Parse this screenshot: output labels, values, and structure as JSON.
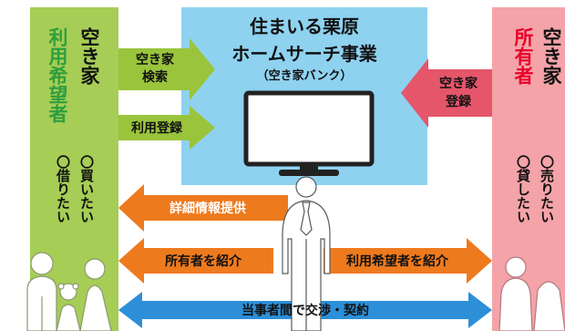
{
  "center": {
    "title_line1": "住まいる栗原",
    "title_line2": "ホームサーチ事業",
    "title_line3": "（空き家バンク）"
  },
  "left": {
    "header_line1": "空き家",
    "header_line2": "利用希望者",
    "wants_line1": "〇買いたい",
    "wants_line2": "〇借りたい"
  },
  "right": {
    "header_line1": "空き家",
    "header_line2": "所有者",
    "wants_line1": "〇売りたい",
    "wants_line2": "〇貸したい"
  },
  "arrows": {
    "search_line1": "空き家",
    "search_line2": "検索",
    "user_register": "利用登録",
    "owner_register_line1": "空き家",
    "owner_register_line2": "登録",
    "detail_info": "詳細情報提供",
    "introduce_owner": "所有者を紹介",
    "introduce_user": "利用希望者を紹介",
    "negotiate": "当事者間で交渉・契約"
  },
  "colors": {
    "left_panel": "#a6cd55",
    "left_arrow": "#9ac43c",
    "left_header_green": "#2e9e3e",
    "right_panel": "#f4a3a8",
    "right_arrow": "#e5566b",
    "right_header_red": "#e8002a",
    "center_panel": "#8ed2f0",
    "orange_arrow": "#ee7a1e",
    "blue_arrow": "#2d8fd8",
    "person": "#ffffff"
  },
  "icons": {
    "monitor": "tv-monitor-icon",
    "person_center": "staff-person-icon",
    "family_left": "family-icon",
    "person_right": "owner-person-icon"
  }
}
